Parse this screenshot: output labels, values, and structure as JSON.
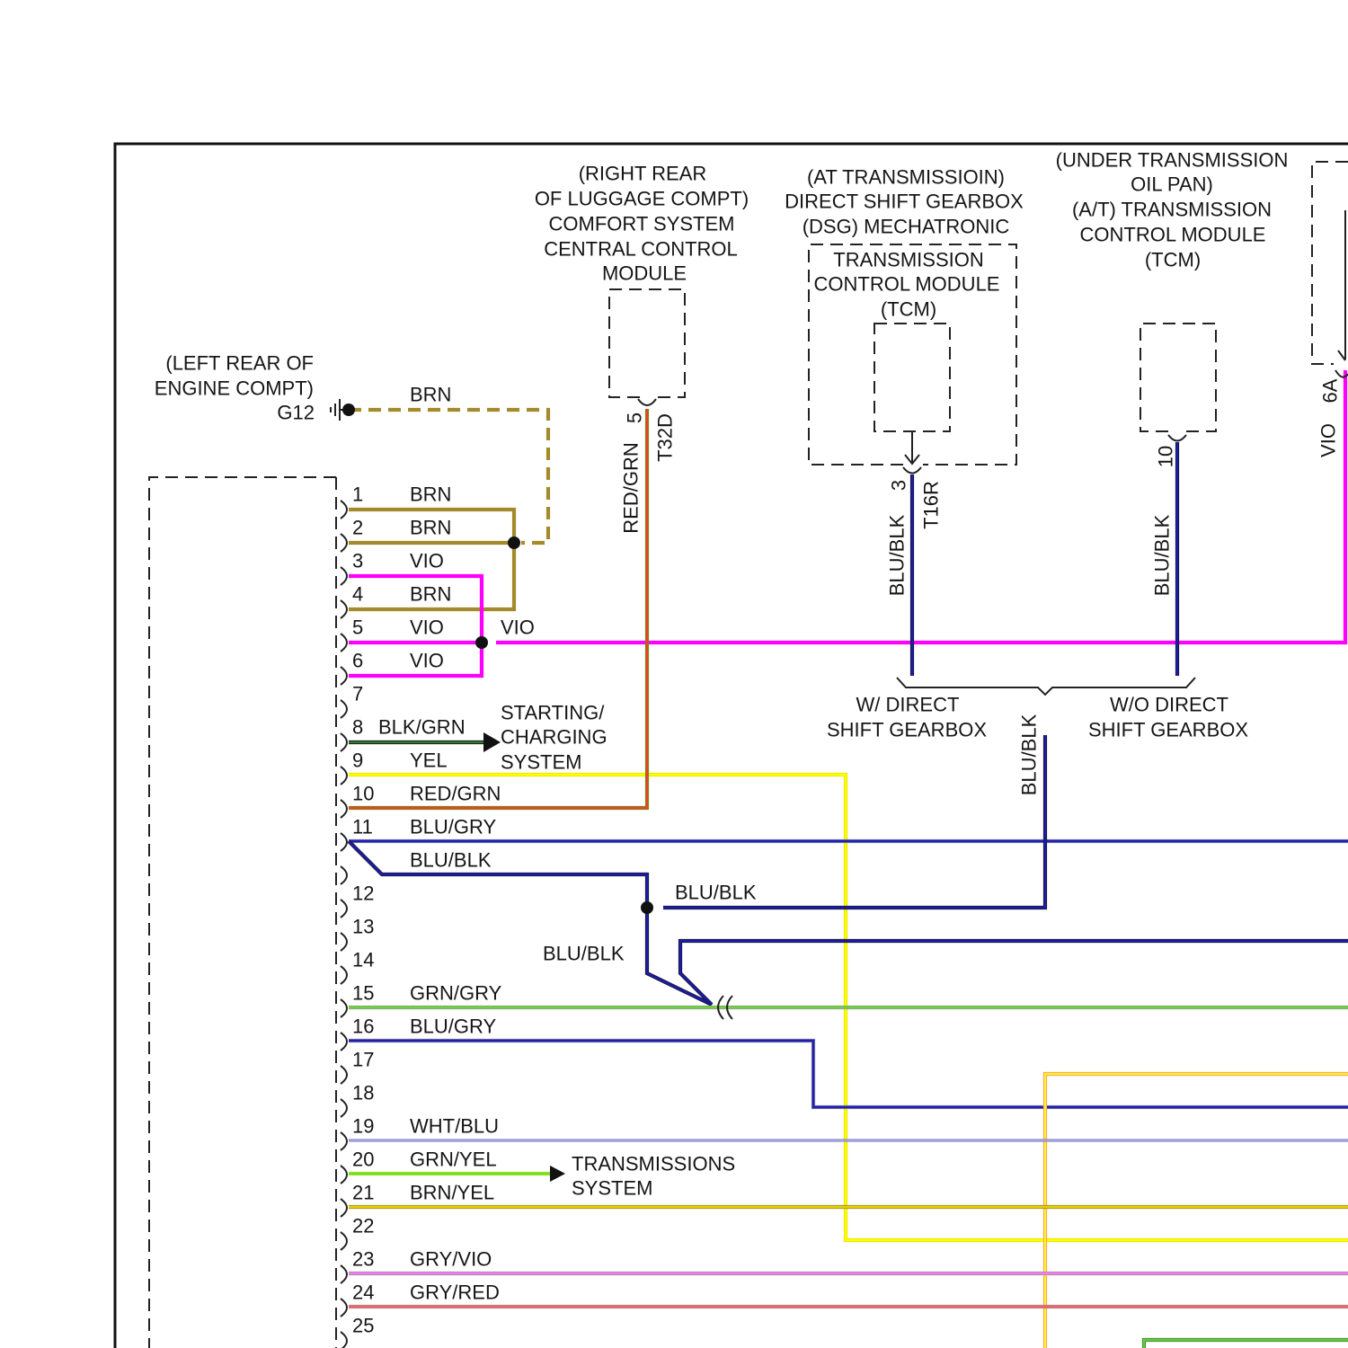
{
  "ground": {
    "location_lines": [
      "(LEFT REAR OF",
      "ENGINE COMPT)"
    ],
    "id": "G12",
    "wire": "BRN"
  },
  "comfort_module": {
    "lines": [
      "(RIGHT REAR",
      "OF LUGGAGE COMPT)",
      "COMFORT SYSTEM",
      "CENTRAL CONTROL",
      "MODULE"
    ],
    "pin": "5",
    "connector": "T32D",
    "wire": "RED/GRN"
  },
  "dsg": {
    "lines": [
      "(AT TRANSMISSIOIN)",
      "DIRECT SHIFT GEARBOX",
      "(DSG) MECHATRONIC"
    ],
    "tcm_lines": [
      "TRANSMISSION",
      "CONTROL MODULE",
      "(TCM)"
    ],
    "pin": "3",
    "connector": "T16R",
    "wire": "BLU/BLK"
  },
  "at_tcm": {
    "lines": [
      "(UNDER TRANSMISSION",
      "OIL PAN)",
      "(A/T) TRANSMISSION",
      "CONTROL MODULE",
      "(TCM)"
    ],
    "pin": "10",
    "wire": "BLU/BLK"
  },
  "edge_module": {
    "pin": "6A",
    "wire": "VIO"
  },
  "variants": {
    "with_dsg": [
      "W/ DIRECT",
      "SHIFT GEARBOX"
    ],
    "without_dsg": [
      "W/O DIRECT",
      "SHIFT GEARBOX"
    ],
    "common_wire": "BLU/BLK"
  },
  "splice_labels": {
    "vio": "VIO",
    "blu_blk_upper": "BLU/BLK",
    "blu_blk_lower": "BLU/BLK"
  },
  "destinations": {
    "starting_charging": [
      "STARTING/",
      "CHARGING",
      "SYSTEM"
    ],
    "transmissions": [
      "TRANSMISSIONS",
      "SYSTEM"
    ]
  },
  "connector_rows": [
    {
      "pin": "1",
      "wire": "BRN"
    },
    {
      "pin": "2",
      "wire": "BRN"
    },
    {
      "pin": "3",
      "wire": "VIO"
    },
    {
      "pin": "4",
      "wire": "BRN"
    },
    {
      "pin": "5",
      "wire": "VIO"
    },
    {
      "pin": "6",
      "wire": "VIO"
    },
    {
      "pin": "7"
    },
    {
      "pin": "8",
      "wire": "BLK/GRN"
    },
    {
      "pin": "9",
      "wire": "YEL"
    },
    {
      "pin": "10",
      "wire": "RED/GRN"
    },
    {
      "pin": "11",
      "wire": "BLU/GRY"
    },
    {
      "wire": "BLU/BLK"
    },
    {
      "pin": "12"
    },
    {
      "pin": "13"
    },
    {
      "pin": "14"
    },
    {
      "pin": "15",
      "wire": "GRN/GRY"
    },
    {
      "pin": "16",
      "wire": "BLU/GRY"
    },
    {
      "pin": "17"
    },
    {
      "pin": "18"
    },
    {
      "pin": "19",
      "wire": "WHT/BLU"
    },
    {
      "pin": "20",
      "wire": "GRN/YEL"
    },
    {
      "pin": "21",
      "wire": "BRN/YEL"
    },
    {
      "pin": "22"
    },
    {
      "pin": "23",
      "wire": "GRY/VIO"
    },
    {
      "pin": "24",
      "wire": "GRY/RED"
    },
    {
      "pin": "25"
    }
  ],
  "wire_colors": {
    "BRN": {
      "main": "#a48a2c"
    },
    "VIO": {
      "main": "#ff00ff"
    },
    "BLK/GRN": {
      "main": "#2f7a2f",
      "edge": "#111111"
    },
    "YEL": {
      "main": "#ffff00",
      "edge": "#e4e400"
    },
    "RED/GRN": {
      "main": "#e8441c",
      "edge": "#6b8e23"
    },
    "BLU/GRY": {
      "main": "#1f1fb0",
      "edge": "#7a7aa6"
    },
    "BLU/BLK": {
      "main": "#1c1ca8",
      "edge": "#16163a"
    },
    "GRN/GRY": {
      "main": "#6fd13b",
      "edge": "#8fa385"
    },
    "WHT/BLU": {
      "main": "#b0aee8",
      "edge": "#6f6fc4"
    },
    "GRN/YEL": {
      "main": "#6fe02a",
      "edge": "#b4dd2c"
    },
    "BRN/YEL": {
      "main": "#e6d200",
      "edge": "#a08a2a"
    },
    "GRY/VIO": {
      "main": "#f27cf2",
      "edge": "#a890a8"
    },
    "GRY/RED": {
      "main": "#f2616b",
      "edge": "#a89090"
    },
    "unlabeled_yellow": {
      "main": "#ffef3a",
      "edge": "#ff9a3c"
    },
    "unlabeled_green": {
      "main": "#6cc83a",
      "edge": "#3a8a3a"
    }
  }
}
